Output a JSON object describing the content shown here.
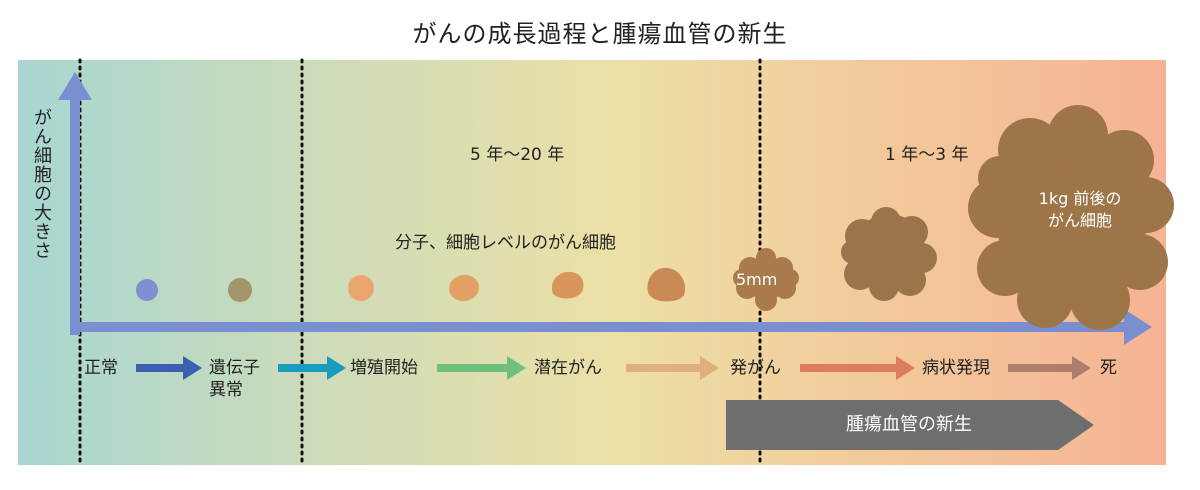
{
  "title": "がんの成長過程と腫瘍血管の新生",
  "y_axis_label": "がん細胞の大きさ",
  "period_labels": [
    "5 年〜20 年",
    "1 年〜3 年"
  ],
  "cell_level_label": "分子、細胞レベルのがん細胞",
  "size_labels": {
    "small": "5mm",
    "large": "1kg 前後の\nがん細胞"
  },
  "stages": [
    "正常",
    "遺伝子\n異常",
    "増殖開始",
    "潜在がん",
    "発がん",
    "病状発現",
    "死"
  ],
  "banner_label": "腫瘍血管の新生",
  "colors": {
    "axis": "#7a8fd0",
    "banner": "#6e6e6e",
    "cells": [
      "#7f8fd0",
      "#a3966a",
      "#e9a76b",
      "#e2a064",
      "#d9965c",
      "#c98a55",
      "#a87a4c",
      "#9c744a",
      "#9e7549"
    ],
    "stage_arrows": [
      "#3d5fb0",
      "#1a9cbc",
      "#6fbf7f",
      "#e0b07a",
      "#dc7e5e",
      "#b07e6c"
    ]
  }
}
